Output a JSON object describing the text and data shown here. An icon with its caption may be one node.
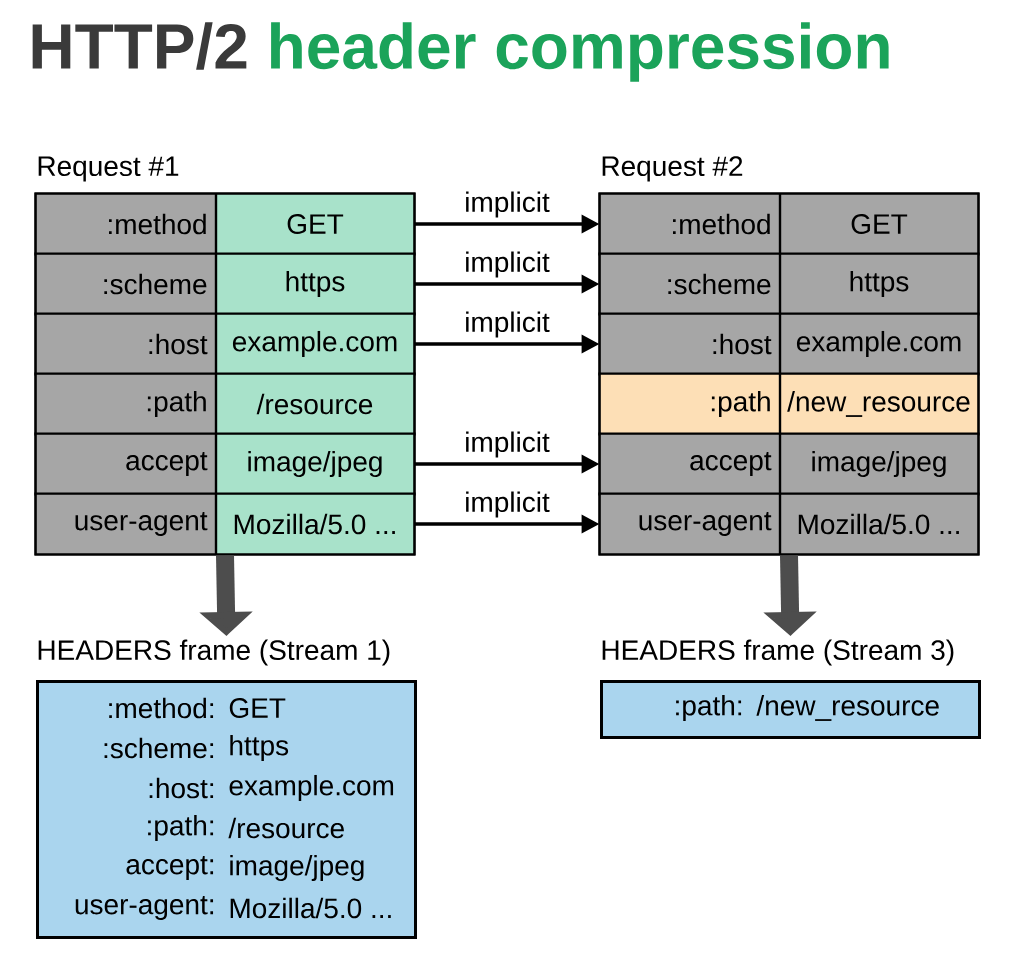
{
  "diagram": {
    "title": "HTTP/2 **header compression**",
    "nodes": [
      {
        "text": [
          "Request #1"
        ]
      },
      {
        "text": [
          ":method",
          "GET"
        ],
        "in": 0
      },
      {
        "text": [
          ":scheme",
          "https"
        ],
        "in": 0
      },
      {
        "text": [
          ":host",
          "example.com"
        ],
        "in": 0
      },
      {
        "text": [
          ":path",
          "/resource"
        ],
        "in": 0
      },
      {
        "text": [
          "accept",
          "image/jpeg"
        ],
        "in": 0
      },
      {
        "text": [
          "user-agent",
          "Mozilla/5.0 ..."
        ],
        "in": 0
      },
      {
        "text": [
          "Request #2"
        ]
      },
      {
        "text": [
          ":method",
          "GET"
        ],
        "in": 7
      },
      {
        "text": [
          ":scheme",
          "https"
        ],
        "in": 7
      },
      {
        "text": [
          ":host",
          "example.com"
        ],
        "in": 7
      },
      {
        "text": [
          ":path",
          "/new_resource"
        ],
        "in": 7
      },
      {
        "text": [
          "accept",
          "image/jpeg"
        ],
        "in": 7
      },
      {
        "text": [
          "user-agent",
          "Mozilla/5.0 ..."
        ],
        "in": 7
      },
      {
        "text": [
          "HEADERS frame (Stream 1)",
          ":method:",
          "GET",
          ":scheme:",
          "https",
          ":host:",
          "example.com",
          ":path:",
          "/resource",
          "accept:",
          "image/jpeg",
          "user-agent:",
          "Mozilla/5.0 ..."
        ]
      },
      {
        "text": [
          "HEADERS frame (Stream 3)",
          ":path:",
          "/new_resource"
        ]
      }
    ],
    "edges": [
      {
        "from": 1,
        "to": 8,
        "arrow": "to",
        "label": "implicit"
      },
      {
        "from": 2,
        "to": 9,
        "arrow": "to",
        "label": "implicit"
      },
      {
        "from": 3,
        "to": 10,
        "arrow": "to",
        "label": "implicit"
      },
      {
        "from": 5,
        "to": 12,
        "arrow": "to",
        "label": "implicit"
      },
      {
        "from": 6,
        "to": 13,
        "arrow": "to",
        "label": "implicit"
      },
      {
        "from": 0,
        "to": 14,
        "arrow": "to",
        "style": "thick",
        "color": "#4d4d4d"
      },
      {
        "from": 7,
        "to": 15,
        "arrow": "to",
        "style": "thick",
        "color": "#4d4d4d"
      }
    ]
  }
}
